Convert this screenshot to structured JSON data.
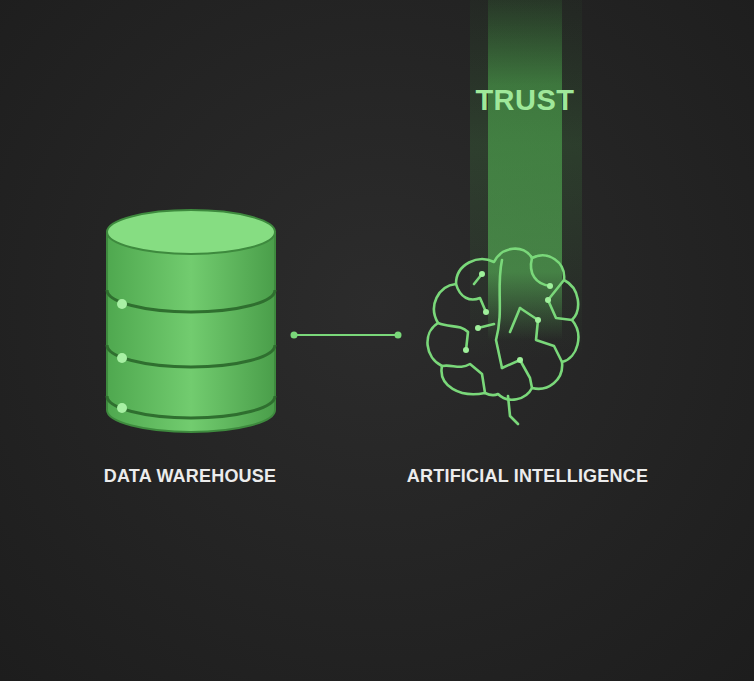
{
  "diagram": {
    "nodes": [
      {
        "text": [
          "DATA WAREHOUSE"
        ]
      },
      {
        "text": [
          "ARTIFICIAL INTELLIGENCE"
        ]
      }
    ],
    "edges": [
      {
        "from": 0,
        "to": 1,
        "arrow": "none"
      }
    ],
    "labels": [
      "TRUST"
    ]
  }
}
